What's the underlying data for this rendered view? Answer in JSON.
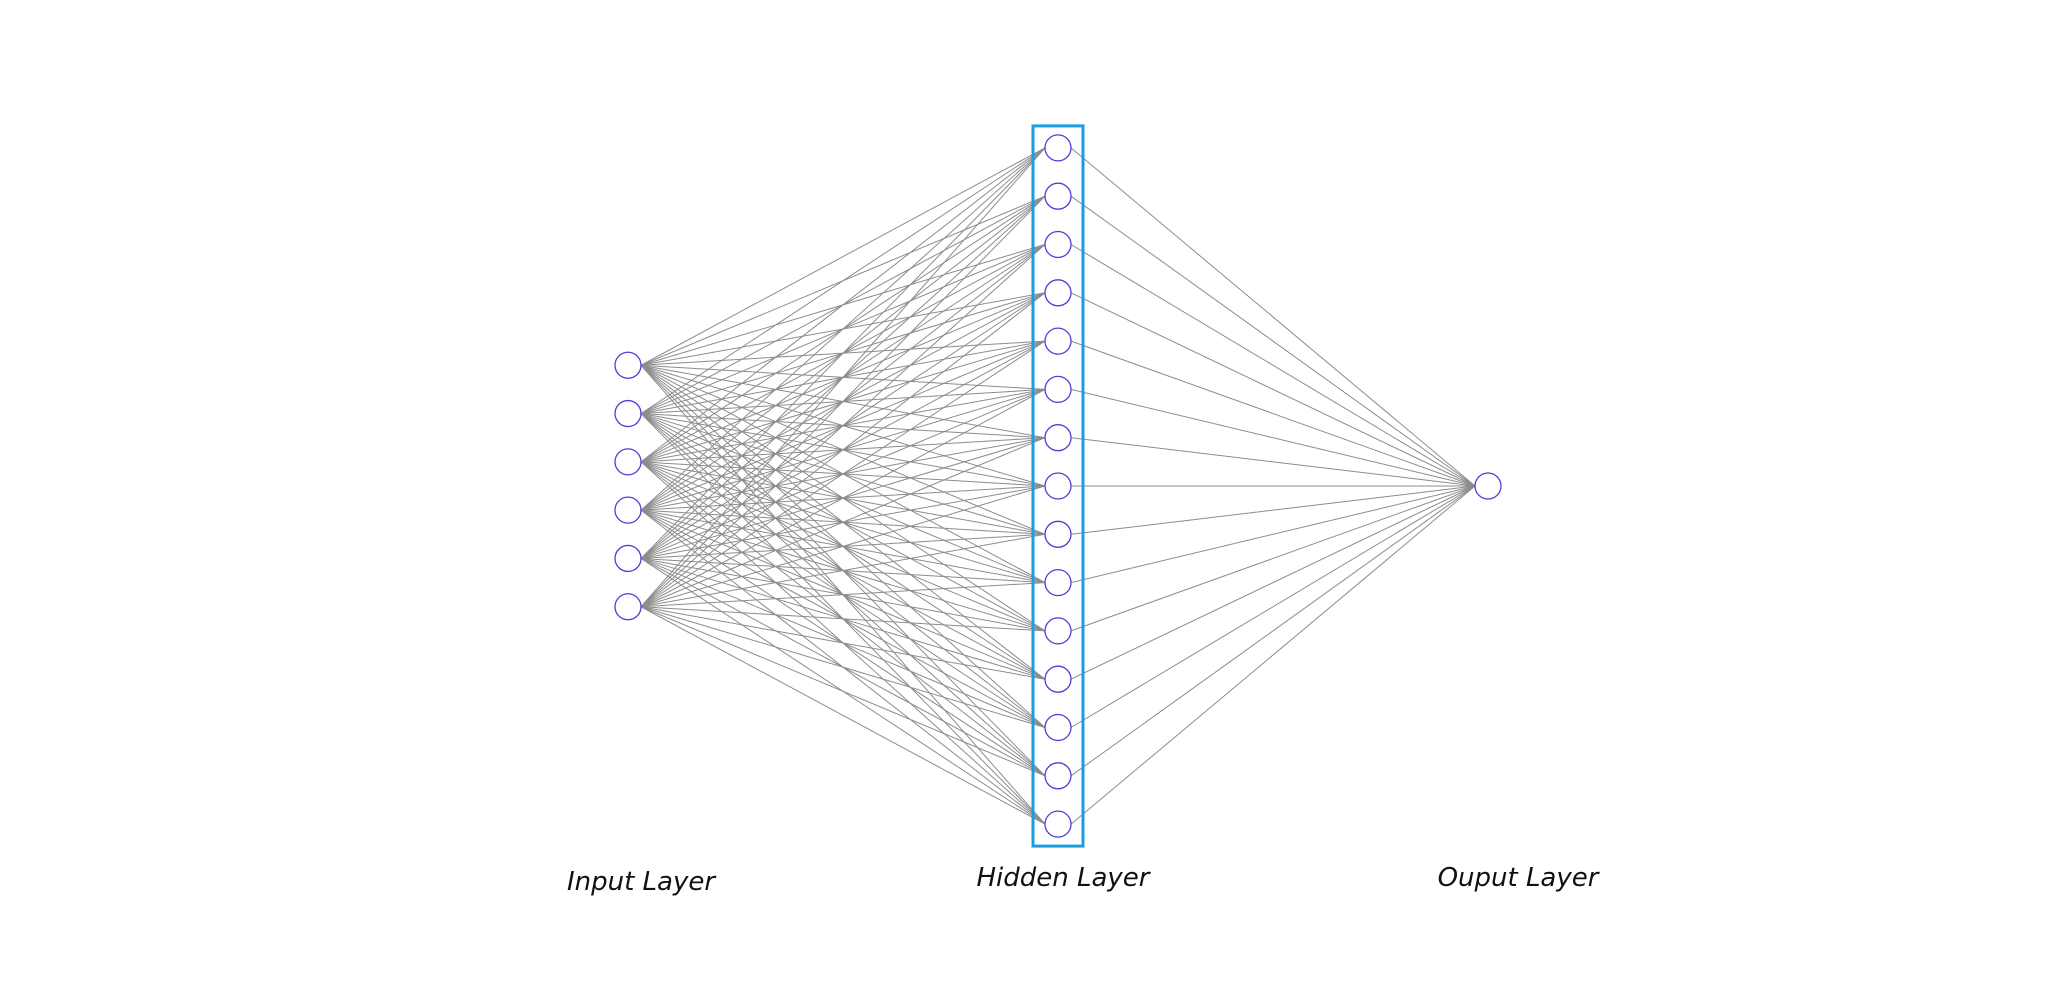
{
  "diagram": {
    "type": "neural-network",
    "colors": {
      "node_stroke": "#4a3fd8",
      "edge": "#8c8c8c",
      "highlight": "#1a9ee0",
      "label": "#111111"
    },
    "layers": [
      {
        "id": "input",
        "label": "Input Layer",
        "nodes": 6
      },
      {
        "id": "hidden",
        "label": "Hidden Layer",
        "nodes": 15,
        "highlighted": true
      },
      {
        "id": "output",
        "label": "Ouput Layer",
        "nodes": 1
      }
    ]
  }
}
